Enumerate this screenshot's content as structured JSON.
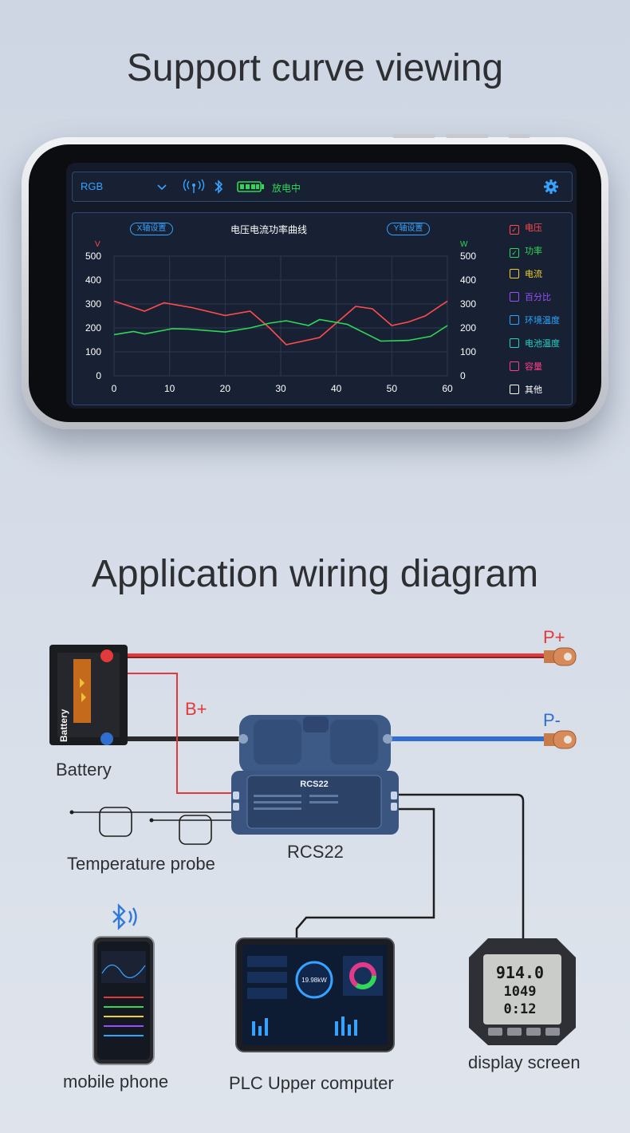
{
  "headings": {
    "curve": "Support curve viewing",
    "wiring": "Application wiring diagram"
  },
  "app": {
    "device_select": "RGB",
    "status": "放电中",
    "chart_title": "电压电流功率曲线",
    "x_axis_button": "X轴设置",
    "y_axis_button": "Y轴设置",
    "legend": [
      {
        "label": "电压",
        "color": "#ff4b4b",
        "checked": true
      },
      {
        "label": "功率",
        "color": "#2ed957",
        "checked": true
      },
      {
        "label": "电流",
        "color": "#f2d02a",
        "checked": false
      },
      {
        "label": "百分比",
        "color": "#9b4dff",
        "checked": false
      },
      {
        "label": "环境温度",
        "color": "#2aa6ff",
        "checked": false
      },
      {
        "label": "电池温度",
        "color": "#22d3c5",
        "checked": false
      },
      {
        "label": "容量",
        "color": "#ff3d8b",
        "checked": false
      },
      {
        "label": "其他",
        "color": "#ffffff",
        "checked": false
      }
    ],
    "colors": {
      "accent": "#35a3ff",
      "voltage": "#ff4b4b",
      "power": "#2ed957"
    }
  },
  "chart_data": {
    "type": "line",
    "title": "电压电流功率曲线",
    "xlabel": "",
    "ylabel_left": "V",
    "ylabel_right": "W",
    "xlim": [
      0,
      60
    ],
    "ylim": [
      0,
      500
    ],
    "x_ticks": [
      "0",
      "10",
      "20",
      "30",
      "40",
      "50",
      "60"
    ],
    "y_ticks": [
      "0",
      "100",
      "200",
      "300",
      "400",
      "500"
    ],
    "series": [
      {
        "name": "电压",
        "color": "#ff4b4b",
        "x": [
          0,
          5.5,
          9,
          14,
          20,
          24.5,
          28,
          31,
          37,
          43.5,
          46.5,
          50,
          53,
          56,
          60
        ],
        "y": [
          312,
          270,
          305,
          285,
          252,
          270,
          200,
          130,
          160,
          290,
          280,
          210,
          225,
          250,
          312
        ]
      },
      {
        "name": "功率",
        "color": "#2ed957",
        "x": [
          0,
          3.5,
          5.5,
          10.5,
          13.5,
          20,
          24.5,
          28,
          31,
          35,
          37,
          42,
          48,
          53,
          57,
          60
        ],
        "y": [
          172,
          185,
          175,
          197,
          195,
          183,
          200,
          220,
          230,
          210,
          235,
          215,
          145,
          148,
          165,
          210
        ]
      }
    ]
  },
  "wiring": {
    "labels": {
      "p_plus": "P+",
      "p_minus": "P-",
      "b_plus": "B+",
      "battery": "Battery",
      "battery_text": "Battery",
      "device": "RCS22",
      "device_screen": "RCS22",
      "temperature_probe": "Temperature probe",
      "mobile_phone": "mobile phone",
      "plc": "PLC Upper computer",
      "display": "display screen",
      "tablet_value": "19.98kW",
      "display_line1": "914.0",
      "display_line2": "1049",
      "display_line3": "0:12"
    },
    "colors": {
      "positive": "#e23a3a",
      "negative": "#2f6fd0",
      "cable": "#2a2a2a",
      "device": "#3d5a86"
    }
  }
}
